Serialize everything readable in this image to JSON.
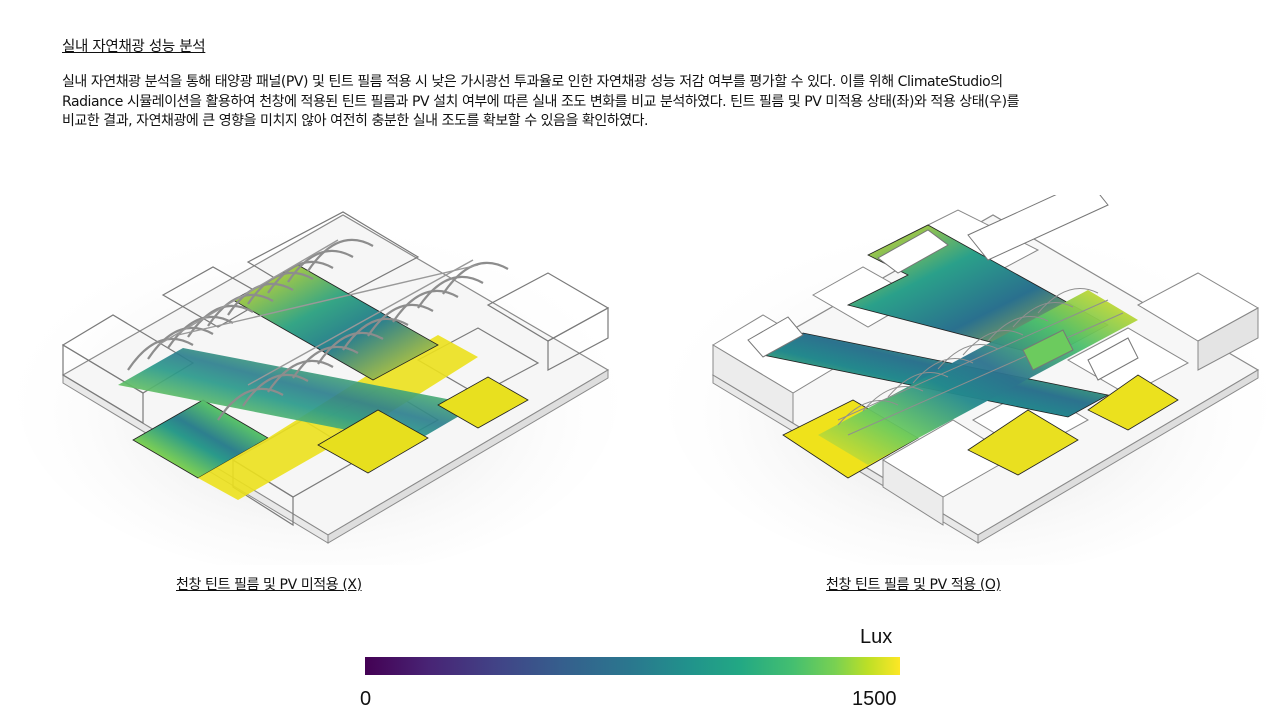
{
  "section": {
    "title": "실내 자연채광 성능 분석",
    "paragraph_lines": [
      "실내 자연채광 분석을 통해 태양광 패널(PV) 및 틴트 필름 적용 시 낮은 가시광선 투과율로 인한 자연채광 성능 저감 여부를 평가할 수 있다. 이를 위해 ClimateStudio의",
      "Radiance 시뮬레이션을 활용하여 천창에 적용된 틴트 필름과 PV 설치 여부에 따른 실내 조도 변화를 비교 분석하였다. 틴트 필름 및 PV 미적용 상태(좌)와 적용 상태(우)를",
      "비교한 결과, 자연채광에 큰 영향을 미치지 않아 여전히 충분한 실내 조도를 확보할 수 있음을 확인하였다."
    ]
  },
  "renders": [
    {
      "caption": "천창 틴트 필름 및 PV 미적용 (X)",
      "description": "isometric daylight illuminance map, skylights without tint film or PV"
    },
    {
      "caption": "천창 틴트 필름 및 PV 적용 (O)",
      "description": "isometric daylight illuminance map, skylights with tint film and PV"
    }
  ],
  "legend": {
    "unit": "Lux",
    "min_label": "0",
    "max_label": "1500",
    "colormap": "viridis",
    "colors": {
      "low": "#440154",
      "mid": "#21918c",
      "high": "#fde725"
    }
  }
}
